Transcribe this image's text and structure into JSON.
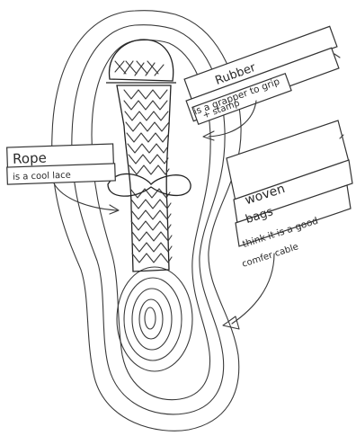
{
  "labels": {
    "rope": {
      "title": "Rope",
      "note": "is a cool lace"
    },
    "rubber": {
      "title": "Rubber",
      "note_line1": "is a grapper to grip",
      "note_line2": "+ stamp"
    },
    "woven_bags": {
      "title_line1": "woven",
      "title_line2": "bags",
      "note_line1": "think it is a good",
      "note_line2": "comfer cable"
    }
  }
}
